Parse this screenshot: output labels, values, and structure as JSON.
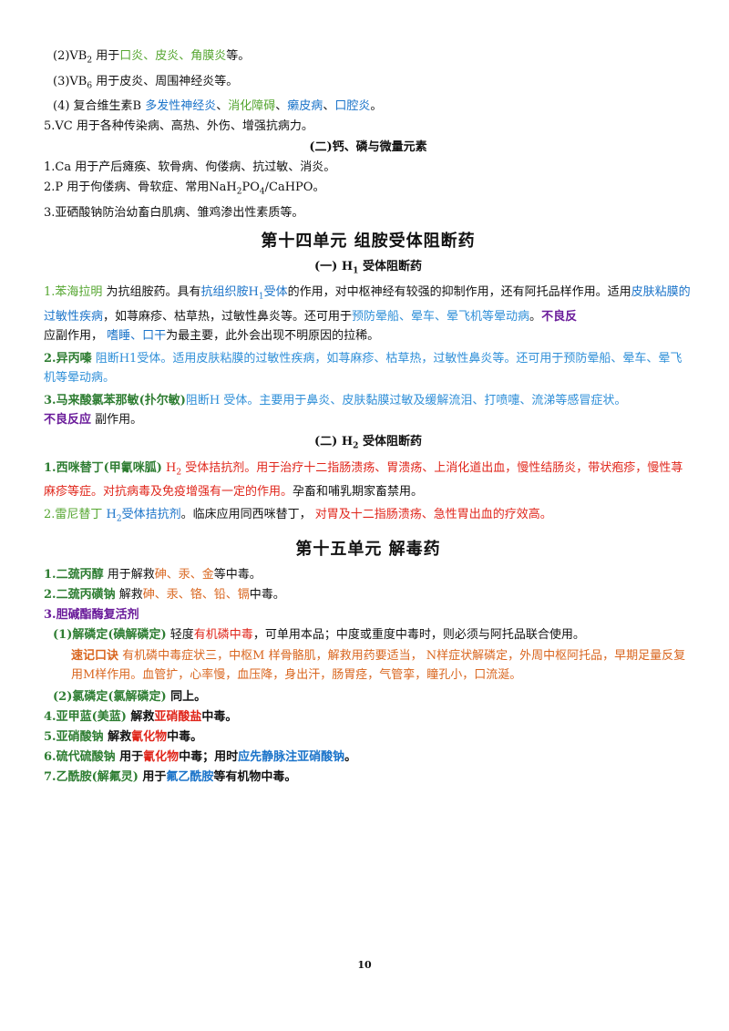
{
  "p1": {
    "a": "(2)VB",
    "sub": "2",
    "b": "  用于",
    "c": "口炎、皮炎、角膜炎",
    "d": "等。"
  },
  "p2": {
    "a": "(3)VB",
    "sub": "6",
    "b": " 用于皮炎、周围神经炎等。"
  },
  "p3": {
    "a": "(4) 复合维生素B ",
    "b": "多发性神经炎",
    "c": "、",
    "d": "消化障碍",
    "e": "、",
    "f": "癞皮病",
    "g": "、",
    "h": "口腔炎",
    "i": "。"
  },
  "p4": "5.VC 用于各种传染病、高热、外伤、增强抗病力。",
  "sec_calcium": "(二)钙、磷与微量元素",
  "p5": "1.Ca 用于产后瘫痪、软骨病、佝偻病、抗过敏、消炎。",
  "p6": {
    "a": "2.P 用于佝偻病、骨软症、常用NaH",
    "s1": "2",
    "b": "PO",
    "s2": "4",
    "c": "/CaHPO。"
  },
  "p7": "3.亚硒酸钠防治幼畜白肌病、雏鸡渗出性素质等。",
  "unit14": "第十四单元    组胺受体阻断药",
  "sec_h1": {
    "a": "(一) H",
    "sub": "1",
    "b": " 受体阻断药"
  },
  "h1_1": {
    "name": "1.苯海拉明",
    "t1": " 为抗组胺药。具有",
    "t2": "抗组织胺H",
    "t2sub": "1",
    "t3": "受体",
    "t4": "的作用，对中枢神经有较强的抑制作用，还有阿托品样作用。适用",
    "t5": "皮肤粘膜的过敏性疾病",
    "t6": "，如荨麻疹、枯草热，过敏性鼻炎等。还可用于",
    "t7": "预防晕船、晕车、晕飞机等晕动病",
    "t8": "。",
    "t9": "不良反",
    "t10": "应",
    "t11": "副作用，   ",
    "t12": "嗜睡、口干",
    "t13": "为最主要，此外会出现不明原因的拉稀。"
  },
  "h1_2": {
    "name": "2.异丙嗪",
    "text": " 阻断H1受体。适用皮肤粘膜的过敏性疾病，如荨麻疹、枯草热，过敏性鼻炎等。还可用于预防晕船、晕车、晕飞机等晕动病。"
  },
  "h1_3": {
    "name": "3.马来酸氯苯那敏(扑尔敏)",
    "text": "阻断H 受体。主要用于鼻炎、皮肤黏膜过敏及缓解流泪、打喷嚏、流涕等感冒症状。",
    "adverse": "不良反应",
    "adverse_text": " 副作用。"
  },
  "sec_h2": {
    "a": "(二) H",
    "sub": "2",
    "b": " 受体阻断药"
  },
  "h2_1": {
    "name": "1.西咪替丁(甲氰咪胍)",
    "t1": " H",
    "t1sub": "2",
    "t2": " 受体拮抗剂。用于治疗十二指肠溃疡、胃溃疡、上消化道出血，慢性结肠炎，带状疱疹，慢性荨麻疹等症。对抗病毒及免疫增强有一定的作用。",
    "t3": "孕畜和哺乳期家畜禁用。"
  },
  "h2_2": {
    "name": "2.雷尼替丁",
    "t1": " H",
    "t1sub": "2",
    "t2": "受体拮抗剂",
    "t3": "。临床应用同西咪替丁，",
    "t4": " 对胃及十二指肠溃疡、急性胃出血的疗效高。"
  },
  "unit15": "第十五单元    解毒药",
  "d1": {
    "name": "1.二巯丙醇",
    "t1": " 用于解救",
    "t2": "砷、汞、金",
    "t3": "等中毒。"
  },
  "d2": {
    "name": "2.二巯丙磺钠",
    "t1": " 解救",
    "t2": "砷、汞、铬、铅、镉",
    "t3": "中毒。"
  },
  "d3": "3.胆碱酯酶复活剂",
  "d3_1": {
    "name": "(1)解磷定(碘解磷定)",
    "t1": "  轻度",
    "t2": "有机磷中毒",
    "t3": "，可单用本品；中度或重度中毒时，则必须与阿托品联合使用。"
  },
  "mnemonic": {
    "label": "速记口诀",
    "text": " 有机磷中毒症状三，中枢M 样骨骼肌，解救用药要适当， N样症状解磷定，外周中枢阿托品，早期足量反复用M样作用。血管扩，心率慢，血压降，身出汗，肠胃痉，气管挛，瞳孔小，口流涎。"
  },
  "d3_2": {
    "name": "(2)氯磷定(氯解磷定)",
    "t1": "  同上。"
  },
  "d4": {
    "name": "4.亚甲蓝(美蓝)",
    "t1": "  解救",
    "t2": "亚硝酸盐",
    "t3": "中毒。"
  },
  "d5": {
    "name": "5.亚硝酸钠",
    "t1": " 解救",
    "t2": "氰化物",
    "t3": "中毒。"
  },
  "d6": {
    "name": "6.硫代硫酸钠",
    "t1": " 用于",
    "t2": "氰化物",
    "t3": "中毒；用时",
    "t4": "应先静脉注亚硝酸钠",
    "t5": "。"
  },
  "d7": {
    "name": "7.乙酰胺(解氟灵)",
    "t1": "  用于",
    "t2": "氟乙酰胺",
    "t3": "等有机物中毒。"
  },
  "page_number": "10"
}
